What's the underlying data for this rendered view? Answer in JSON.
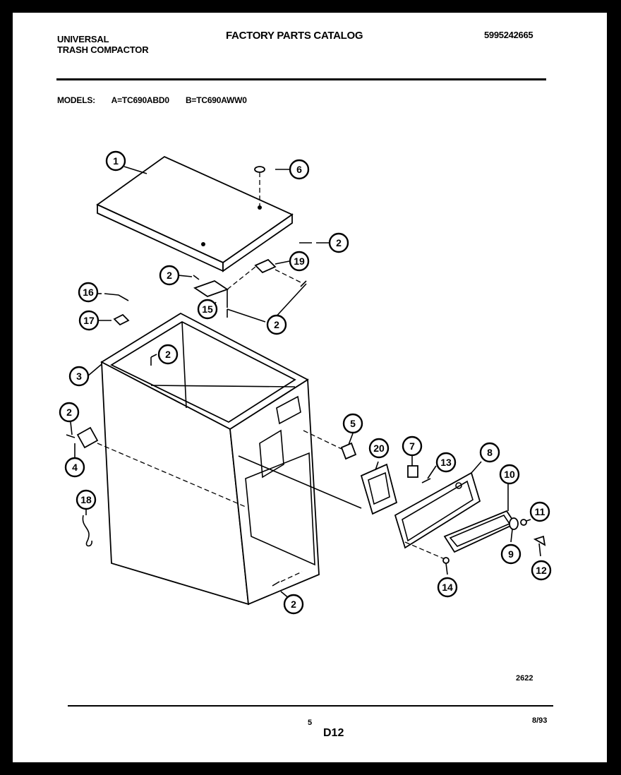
{
  "header": {
    "brand_line1": "UNIVERSAL",
    "brand_line2": "TRASH COMPACTOR",
    "title": "FACTORY PARTS CATALOG",
    "part_number": "5995242665"
  },
  "models": {
    "label": "MODELS:",
    "model_a": "A=TC690ABD0",
    "model_b": "B=TC690AWW0"
  },
  "callouts": [
    "1",
    "6",
    "2",
    "19",
    "2",
    "16",
    "15",
    "2",
    "17",
    "2",
    "3",
    "2",
    "4",
    "18",
    "5",
    "20",
    "7",
    "13",
    "8",
    "10",
    "11",
    "9",
    "12",
    "14",
    "2"
  ],
  "footer": {
    "drawing_number": "2622",
    "page_number": "5",
    "section": "D12",
    "date": "8/93"
  }
}
